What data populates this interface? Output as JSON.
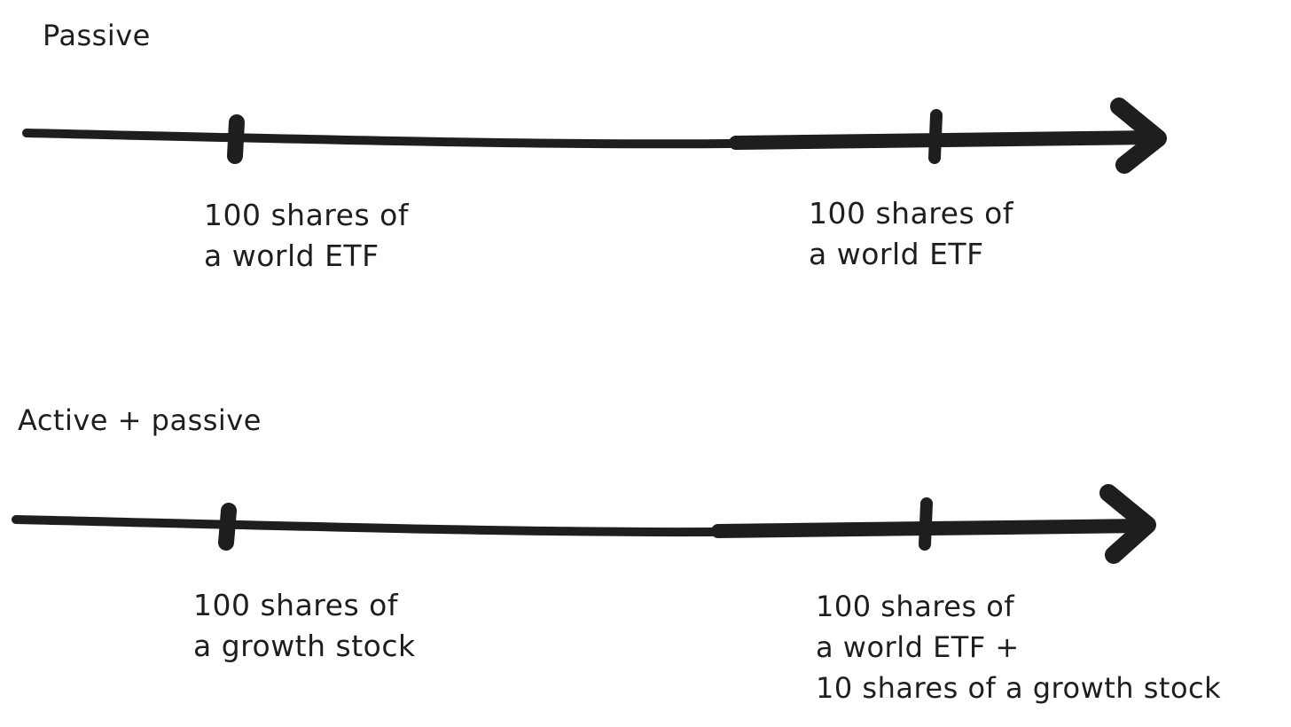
{
  "colors": {
    "ink": "#1e1e1e",
    "background": "#ffffff"
  },
  "timelines": [
    {
      "title": "Passive",
      "milestones": [
        {
          "lines": [
            "100 shares of",
            "a world ETF"
          ]
        },
        {
          "lines": [
            "100 shares of",
            "a world ETF"
          ]
        }
      ]
    },
    {
      "title": "Active + passive",
      "milestones": [
        {
          "lines": [
            "100 shares of",
            "a growth stock"
          ]
        },
        {
          "lines": [
            "100 shares of",
            "a world ETF +",
            "10 shares of a growth stock"
          ]
        }
      ]
    }
  ]
}
